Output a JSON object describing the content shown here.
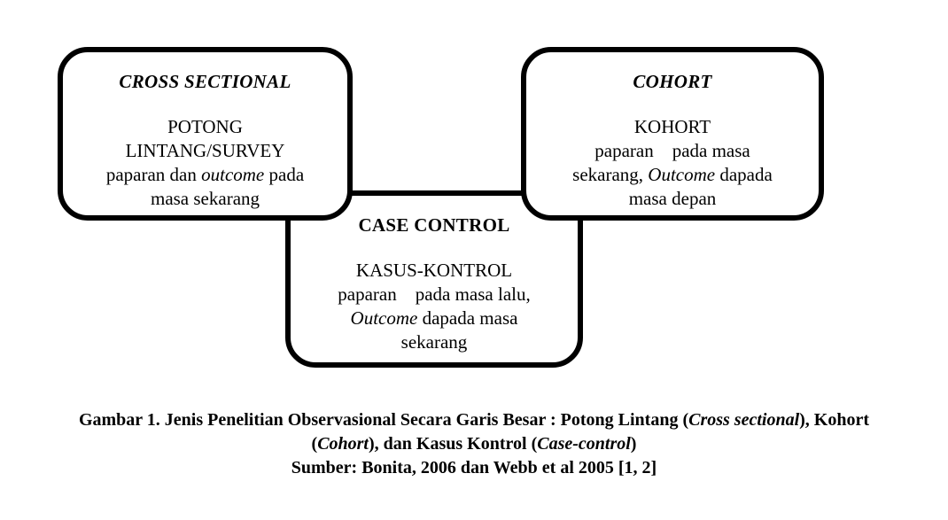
{
  "figure": {
    "colors": {
      "border": "#000000",
      "background": "#ffffff",
      "text": "#000000"
    },
    "boxes": [
      {
        "id": "cross-sectional",
        "title": "CROSS SECTIONAL",
        "lines": [
          [
            {
              "t": "POTONG"
            }
          ],
          [
            {
              "t": "LINTANG/SURVEY"
            }
          ],
          [
            {
              "t": "paparan dan "
            },
            {
              "t": "outcome",
              "i": true
            },
            {
              "t": " pada"
            }
          ],
          [
            {
              "t": "masa sekarang"
            }
          ]
        ]
      },
      {
        "id": "cohort",
        "title": "COHORT",
        "lines": [
          [
            {
              "t": "KOHORT"
            }
          ],
          [
            {
              "t": "paparan    pada masa"
            }
          ],
          [
            {
              "t": "sekarang, "
            },
            {
              "t": "Outcome",
              "i": true
            },
            {
              "t": " dapada"
            }
          ],
          [
            {
              "t": "masa depan"
            }
          ]
        ]
      },
      {
        "id": "case-control",
        "title": "CASE CONTROL",
        "lines": [
          [
            {
              "t": "KASUS-KONTROL"
            }
          ],
          [
            {
              "t": "paparan    pada masa lalu,"
            }
          ],
          [
            {
              "t": "Outcome",
              "i": true
            },
            {
              "t": " dapada masa"
            }
          ],
          [
            {
              "t": "sekarang"
            }
          ]
        ]
      }
    ],
    "caption": {
      "lines": [
        [
          {
            "t": "Gambar 1. Jenis Penelitian Observasional Secara Garis Besar : Potong Lintang ("
          },
          {
            "t": "Cross sectional",
            "i": true
          },
          {
            "t": "), Kohort"
          }
        ],
        [
          {
            "t": "("
          },
          {
            "t": "Cohort",
            "i": true
          },
          {
            "t": "), dan Kasus Kontrol ("
          },
          {
            "t": "Case-control",
            "i": true
          },
          {
            "t": ")"
          }
        ],
        [
          {
            "t": "Sumber: Bonita, 2006 dan Webb et al 2005 [1, 2]"
          }
        ]
      ]
    }
  }
}
